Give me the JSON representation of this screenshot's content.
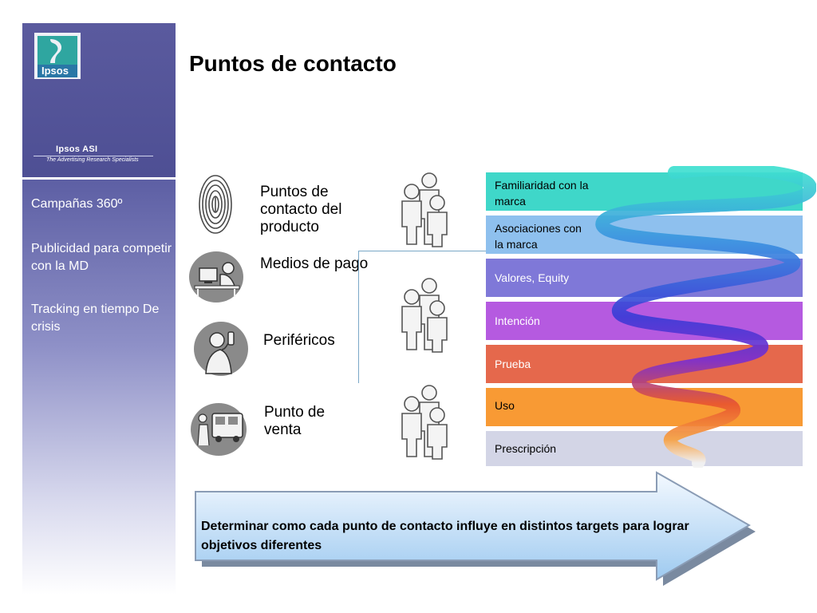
{
  "title": "Puntos de contacto",
  "sidebar": {
    "logo_text": "Ipsos",
    "brand_name": "Ipsos ASI",
    "brand_tagline": "The Advertising Research Specialists",
    "items": [
      {
        "label": "Campañas 360º"
      },
      {
        "label": "Publicidad para competir con la MD"
      },
      {
        "label": "Tracking en tiempo De crisis"
      }
    ]
  },
  "touchpoints": [
    {
      "label": "Puntos de contacto del producto",
      "icon": "fingerprint-icon"
    },
    {
      "label": "Medios de pago",
      "icon": "computer-user-icon"
    },
    {
      "label": "Periféricos",
      "icon": "phone-user-icon"
    },
    {
      "label": "Punto de venta",
      "icon": "bus-stop-icon"
    }
  ],
  "stages": [
    {
      "label": "Familiaridad con la marca",
      "color": "#3fd7c9",
      "text_color": "#000000"
    },
    {
      "label": "Asociaciones con la marca",
      "color": "#8ec0ee",
      "text_color": "#000000"
    },
    {
      "label": "Valores, Equity",
      "color": "#7f78d8",
      "text_color": "#ffffff"
    },
    {
      "label": "Intención",
      "color": "#b55ae0",
      "text_color": "#ffffff"
    },
    {
      "label": "Prueba",
      "color": "#e5684c",
      "text_color": "#ffffff"
    },
    {
      "label": "Uso",
      "color": "#f89a34",
      "text_color": "#000000"
    },
    {
      "label": "Prescripción",
      "color": "#d3d5e6",
      "text_color": "#000000"
    }
  ],
  "arrow_text": "Determinar como cada punto de contacto influye en distintos targets para lograr objetivos diferentes"
}
